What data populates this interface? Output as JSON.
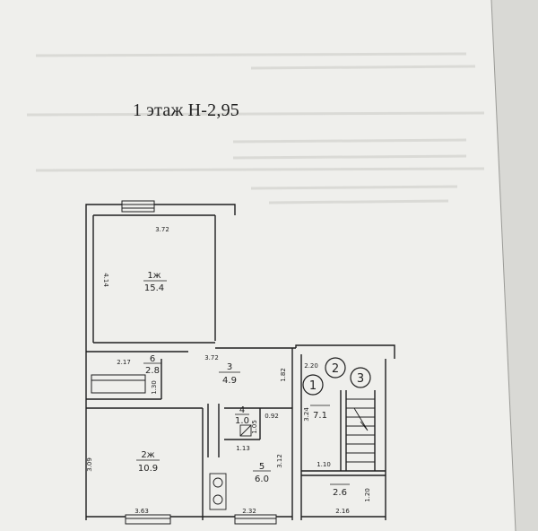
{
  "floor_title": "1 этаж Н-2,95",
  "rooms": {
    "r1": {
      "label": "1ж",
      "area": "15.4"
    },
    "r2": {
      "label": "2ж",
      "area": "10.9"
    },
    "r3": {
      "label": "3",
      "area": "4.9"
    },
    "r4": {
      "label": "4",
      "area": "1.0"
    },
    "r5": {
      "label": "5",
      "area": "6.0"
    },
    "r6": {
      "label": "6",
      "area": "2.8"
    },
    "r7": {
      "label": "",
      "area": "7.1"
    },
    "r8": {
      "label": "",
      "area": "2.6"
    }
  },
  "dimensions": {
    "d_372_top": "3.72",
    "d_414": "4.14",
    "d_217": "2.17",
    "d_372_mid": "3.72",
    "d_130": "1.30",
    "d_182": "1.82",
    "d_220": "2.20",
    "d_324": "3.24",
    "d_092": "0.92",
    "d_105": "1.05",
    "d_113": "1.13",
    "d_312": "3.12",
    "d_309": "3.09",
    "d_363": "3.63",
    "d_232": "2.32",
    "d_110": "1.10",
    "d_120": "1.20",
    "d_216": "2.16"
  },
  "markers": [
    "1",
    "2",
    "3"
  ]
}
